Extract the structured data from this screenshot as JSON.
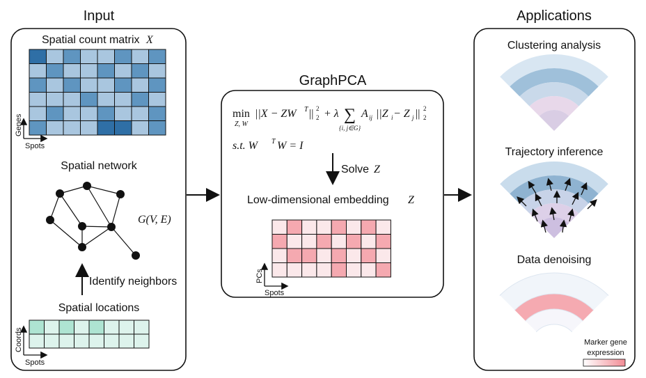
{
  "headings": {
    "input": "Input",
    "graphpca": "GraphPCA",
    "applications": "Applications"
  },
  "input_panel": {
    "count_matrix_title": "Spatial count matrix",
    "count_matrix_symbol": "X",
    "genes_label": "Genes",
    "spots_label": "Spots",
    "network_title": "Spatial network",
    "graph_label": "G(V, E)",
    "identify_label": "Identify neighbors",
    "locations_title": "Spatial locations",
    "coords_label": "Coords",
    "spots_label_2": "Spots",
    "count_matrix_cells": [
      [
        3,
        1,
        2,
        1,
        1,
        2,
        1,
        2
      ],
      [
        1,
        2,
        1,
        1,
        2,
        1,
        2,
        1
      ],
      [
        2,
        1,
        2,
        1,
        1,
        2,
        1,
        2
      ],
      [
        1,
        1,
        1,
        2,
        1,
        1,
        2,
        1
      ],
      [
        1,
        2,
        1,
        1,
        2,
        1,
        1,
        2
      ],
      [
        2,
        1,
        1,
        1,
        3,
        3,
        1,
        2
      ]
    ],
    "location_cells": [
      [
        2,
        1,
        2,
        1,
        2,
        1,
        1,
        1
      ],
      [
        1,
        1,
        1,
        1,
        1,
        1,
        1,
        1
      ]
    ]
  },
  "graphpca_panel": {
    "objective_min": "min",
    "objective_min_sub": "Z, W",
    "objective_term1": "||X − ZW",
    "objective_sup": "T",
    "objective_term1_end": "||",
    "objective_plus": "+ λ",
    "objective_sum": "∑",
    "objective_sum_sub": "{i, j∈G}",
    "objective_term2": "A",
    "objective_term2_sub": "ij",
    "objective_term3": "||Z",
    "objective_term3_sub": "i",
    "objective_minus": " − Z",
    "objective_term3_sub2": "j",
    "objective_term3_end": "||",
    "norm_sub": "2",
    "norm_sup": "2",
    "constraint": "s.t.  W",
    "constraint_sup": "T",
    "constraint_end": "W = I",
    "solve_label": "Solve",
    "solve_symbol": "Z",
    "embedding_title": "Low-dimensional embedding",
    "embedding_symbol": "Z",
    "pcs_label": "PCs",
    "spots_label": "Spots",
    "embedding_cells": [
      [
        1,
        2,
        1,
        1,
        2,
        1,
        2,
        1
      ],
      [
        2,
        1,
        1,
        2,
        1,
        2,
        1,
        2
      ],
      [
        1,
        2,
        2,
        1,
        2,
        1,
        2,
        1
      ],
      [
        1,
        1,
        1,
        1,
        2,
        1,
        1,
        2
      ]
    ]
  },
  "applications_panel": {
    "clustering_title": "Clustering analysis",
    "trajectory_title": "Trajectory inference",
    "denoising_title": "Data denoising",
    "legend_label_line1": "Marker gene",
    "legend_label_line2": "expression"
  },
  "colors": {
    "blue_levels": [
      "#dbe7f2",
      "#a9c6df",
      "#5f95c0",
      "#2f6fa6"
    ],
    "green_levels": [
      "#ddf3ec",
      "#aee4d2"
    ],
    "red_levels": [
      "#fbe8ea",
      "#f5a9b0"
    ]
  }
}
